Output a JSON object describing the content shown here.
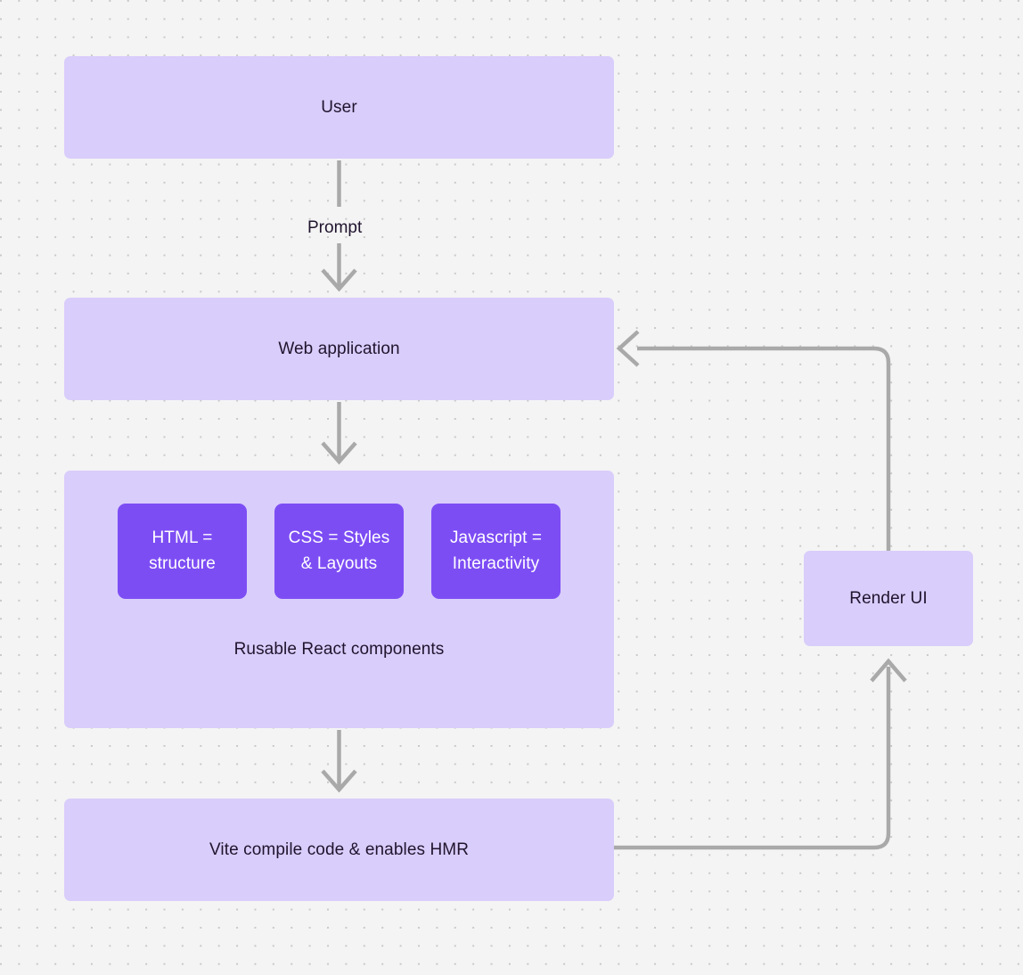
{
  "canvas": {
    "background_color": "#f4f4f4",
    "dot_color": "#c9c9c9",
    "node_fill": "#d9cdfb",
    "chip_fill": "#7d4df4",
    "connector_color": "#a9a9a9",
    "text_color": "#20142e",
    "chip_text_color": "#ffffff"
  },
  "nodes": {
    "user": {
      "label": "User"
    },
    "web_application": {
      "label": "Web application"
    },
    "components": {
      "caption": "Rusable React components",
      "chips": [
        {
          "label": "HTML =\nstructure",
          "line1": "HTML =",
          "line2": "structure"
        },
        {
          "label": "CSS = Styles\n& Layouts",
          "line1": "CSS = Styles",
          "line2": "& Layouts"
        },
        {
          "label": "Javascript =\nInteractivity",
          "line1": "Javascript =",
          "line2": "Interactivity"
        }
      ]
    },
    "vite": {
      "label": "Vite compile code & enables HMR"
    },
    "render_ui": {
      "label": "Render UI"
    }
  },
  "edges": [
    {
      "from": "user",
      "to": "web_application",
      "label": "Prompt",
      "direction": "down"
    },
    {
      "from": "web_application",
      "to": "components",
      "label": "",
      "direction": "down"
    },
    {
      "from": "components",
      "to": "vite",
      "label": "",
      "direction": "down"
    },
    {
      "from": "vite",
      "to": "render_ui",
      "label": "",
      "direction": "right-up"
    },
    {
      "from": "render_ui",
      "to": "web_application",
      "label": "",
      "direction": "up-left"
    }
  ]
}
